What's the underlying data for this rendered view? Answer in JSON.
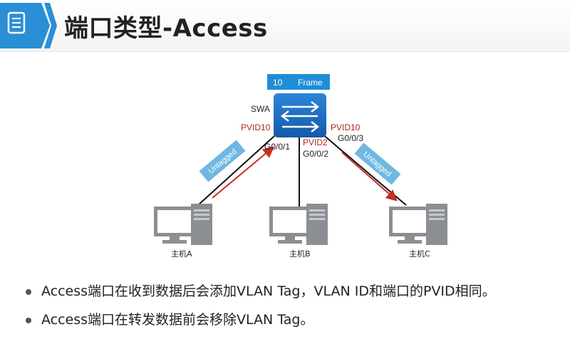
{
  "header": {
    "title": "端口类型-Access",
    "badge_icon": "document-list-icon",
    "badge_color": "#2a8fd6"
  },
  "diagram": {
    "frame": {
      "vlan": "10",
      "label": "Frame",
      "color": "#1f8ed6"
    },
    "switch": {
      "name": "SWA",
      "icon": "switch-arrows-icon",
      "color": "#1d6fc0"
    },
    "ports": [
      {
        "pvid": "PVID10",
        "interface": "G0/0/1"
      },
      {
        "pvid": "PVID2",
        "interface": "G0/0/2"
      },
      {
        "pvid": "PVID10",
        "interface": "G0/0/3"
      }
    ],
    "tags": {
      "left": "Untagged",
      "right": "Untagged",
      "color": "#6fb8e2"
    },
    "hosts": [
      {
        "label": "主机A",
        "icon": "computer-icon"
      },
      {
        "label": "主机B",
        "icon": "computer-icon"
      },
      {
        "label": "主机C",
        "icon": "computer-icon"
      }
    ],
    "arrow_color": "#c62f24"
  },
  "bullets": [
    "Access端口在收到数据后会添加VLAN Tag，VLAN ID和端口的PVID相同。",
    "Access端口在转发数据前会移除VLAN Tag。"
  ]
}
